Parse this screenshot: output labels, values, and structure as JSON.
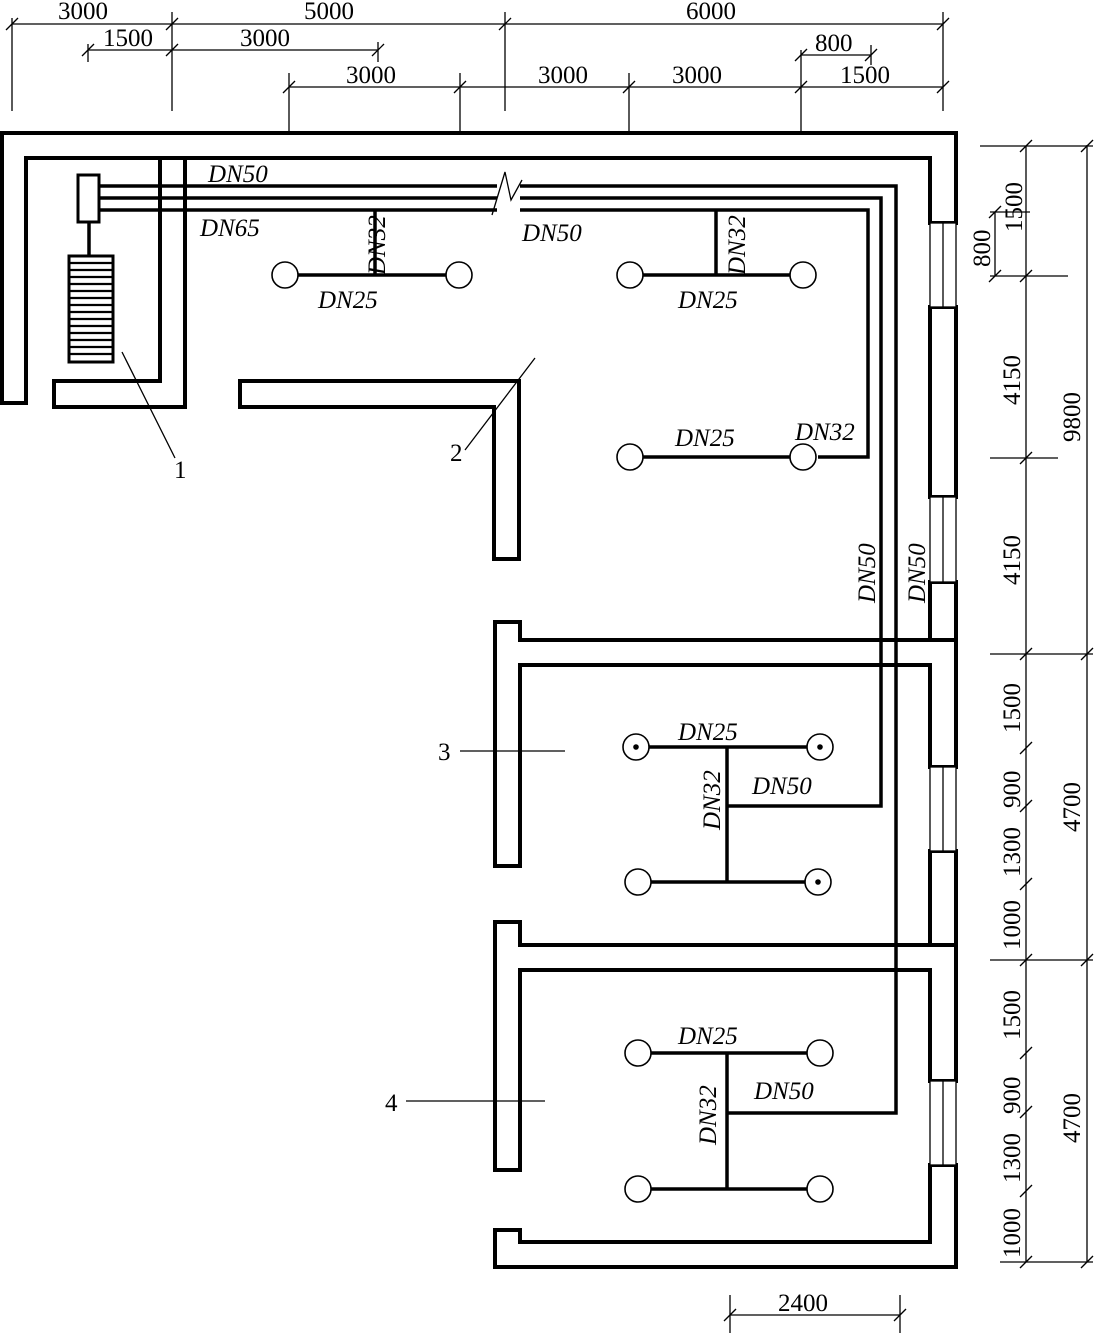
{
  "dimensions": {
    "top_row1": [
      "3000",
      "5000",
      "6000"
    ],
    "top_row2": [
      "1500",
      "3000",
      "800"
    ],
    "top_row3": [
      "3000",
      "3000",
      "3000",
      "1500"
    ],
    "right_outer": [
      "9800",
      "4700",
      "4700"
    ],
    "right_inner_room": [
      "1500",
      "800",
      "4150",
      "4150"
    ],
    "right_inner_bay1": [
      "1500",
      "900",
      "1300",
      "1000"
    ],
    "right_inner_bay2": [
      "1500",
      "900",
      "1300",
      "1000"
    ],
    "bottom": "2400"
  },
  "pipes": {
    "main_top": "DN50",
    "main_supply": "DN65",
    "main_mid": "DN50",
    "riser_a": "DN32",
    "riser_b": "DN32",
    "branch_a": "DN25",
    "branch_b": "DN25",
    "branch_c": "DN25",
    "branch_c_end": "DN32",
    "vertical_1": "DN50",
    "vertical_2": "DN50",
    "room3_branch": "DN25",
    "room3_riser": "DN32",
    "room3_feed": "DN50",
    "room4_branch": "DN25",
    "room4_riser": "DN32",
    "room4_feed": "DN50"
  },
  "labels": {
    "item_1": "1",
    "item_2": "2",
    "item_3": "3",
    "item_4": "4"
  }
}
